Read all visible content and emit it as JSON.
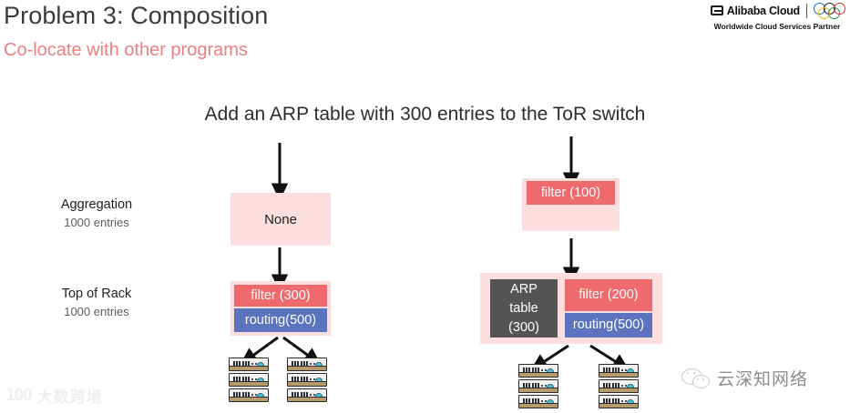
{
  "slide": {
    "title": "Problem 3: Composition",
    "subtitle": "Co-locate with other programs",
    "heading": "Add an ARP table with 300 entries to the ToR switch"
  },
  "brand": {
    "name": "Alibaba Cloud",
    "tagline": "Worldwide Cloud Services Partner",
    "mark_icon": "alibaba-cloud-logo-icon",
    "rings_icon": "olympic-rings-icon",
    "ring_colors": [
      "#1a6fb5",
      "#1a1a1a",
      "#d8332a",
      "#e8b520",
      "#2a8a3e"
    ]
  },
  "rows": [
    {
      "title": "Aggregation",
      "subtitle": "1000 entries"
    },
    {
      "title": "Top of Rack",
      "subtitle": "1000 entries"
    }
  ],
  "scenarios": {
    "left": {
      "aggregation": {
        "label": "None"
      },
      "tor": {
        "filter": "filter (300)",
        "routing": "routing(500)"
      }
    },
    "right": {
      "aggregation": {
        "filter": "filter (100)"
      },
      "tor": {
        "arp_line1": "ARP",
        "arp_line2": "table",
        "arp_line3": "(300)",
        "filter": "filter (200)",
        "routing": "routing(500)"
      }
    }
  },
  "colors": {
    "filter": "#ee6a6d",
    "routing": "#5b74bd",
    "arp_table": "#545454",
    "container_pink": "#fbdedd",
    "subtitle_red": "#ec7f80",
    "arrow": "#111111"
  },
  "icons": {
    "server": "server-rack-icon",
    "arrow": "down-arrow-icon"
  },
  "watermarks": {
    "left_text": "大数跨境",
    "left_mark": "100",
    "right_text": "云深知网络",
    "right_icon": "wechat-icon"
  }
}
